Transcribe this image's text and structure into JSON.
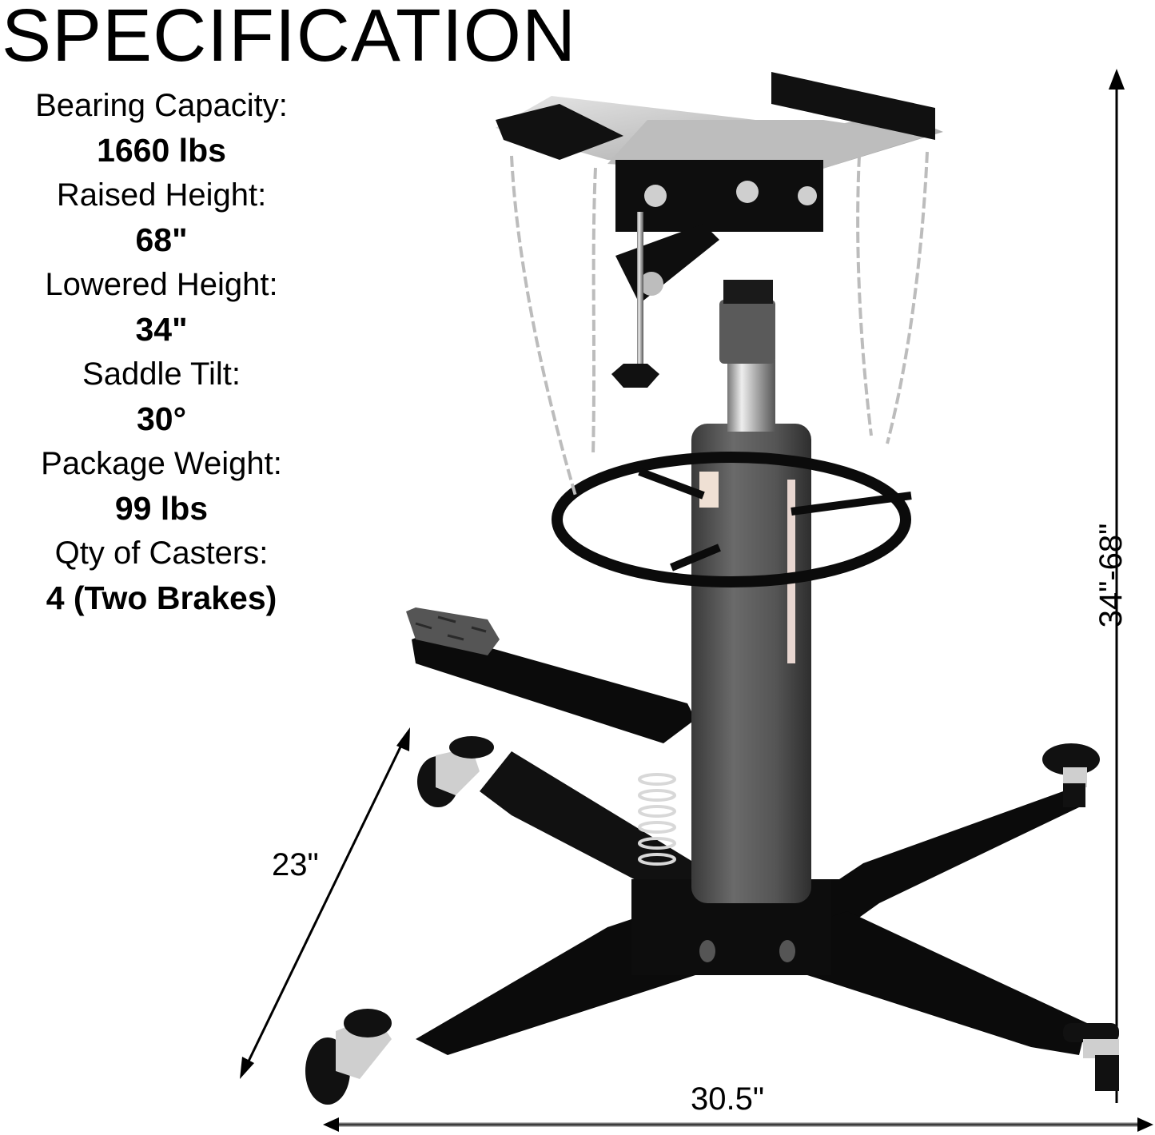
{
  "title": "SPECIFICATION",
  "specs": [
    {
      "label": "Bearing Capacity:",
      "value": "1660 lbs"
    },
    {
      "label": "Raised Height:",
      "value": "68\""
    },
    {
      "label": "Lowered Height:",
      "value": "34\""
    },
    {
      "label": "Saddle Tilt:",
      "value": "30°"
    },
    {
      "label": "Package Weight:",
      "value": "99 lbs"
    },
    {
      "label": "Qty of Casters:",
      "value": "4 (Two Brakes)"
    }
  ],
  "dimensions": {
    "height": "34\"-68\"",
    "depth": "23\"",
    "width": "30.5\""
  },
  "product": {
    "name_icon": "transmission-jack-image",
    "colors": {
      "frame": "#0b0b0b",
      "cylinder": "#5a5a5a",
      "chrome": "#c9c9c9",
      "saddle": "#d8d8d8"
    }
  }
}
